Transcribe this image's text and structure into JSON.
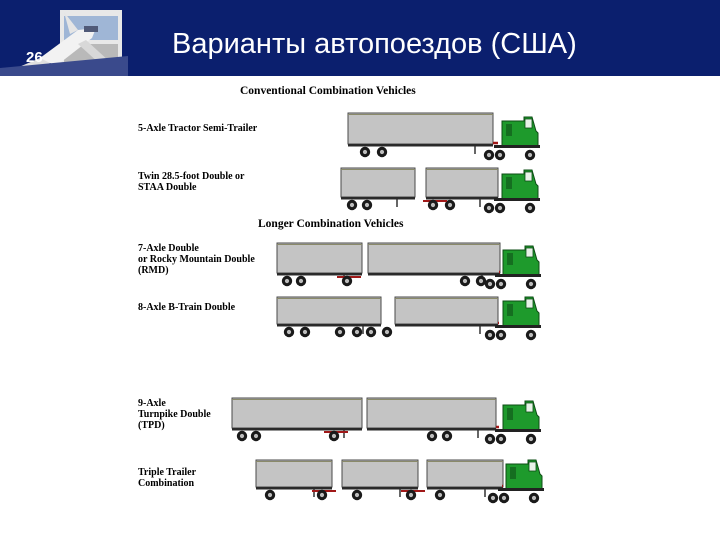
{
  "slide": {
    "number": "26",
    "title": "Варианты автопоездов (США)"
  },
  "diagram": {
    "section_conventional": "Conventional Combination Vehicles",
    "section_longer": "Longer Combination Vehicles",
    "vehicles": [
      {
        "label_lines": [
          "5-Axle Tractor Semi-Trailer"
        ]
      },
      {
        "label_lines": [
          "Twin 28.5-foot Double or",
          "STAA Double"
        ]
      },
      {
        "label_lines": [
          "7-Axle Double",
          "or Rocky Mountain Double",
          "(RMD)"
        ]
      },
      {
        "label_lines": [
          "8-Axle B-Train Double"
        ]
      },
      {
        "label_lines": [
          "9-Axle",
          "Turnpike Double",
          "(TPD)"
        ]
      },
      {
        "label_lines": [
          "Triple Trailer",
          "Combination"
        ]
      }
    ]
  },
  "colors": {
    "header_bg": "#0b1f6e",
    "trailer": "#c4c4c4",
    "cab": "#1e9a2c",
    "hitch": "#a01818"
  }
}
